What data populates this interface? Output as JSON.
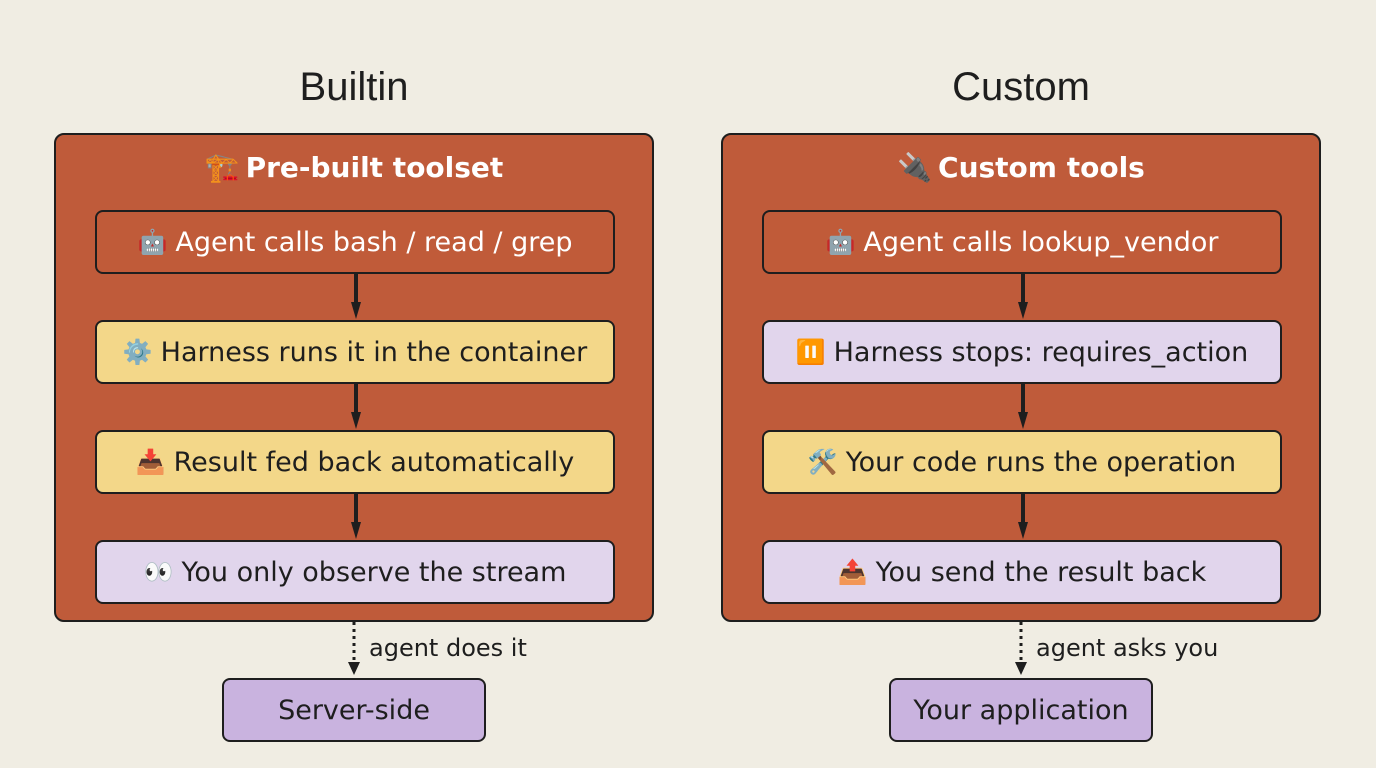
{
  "columns": [
    {
      "title": "Builtin",
      "panel": {
        "header": {
          "emoji": "🏗️",
          "label": "Pre-built toolset"
        },
        "steps": [
          {
            "emoji": "🤖",
            "label": "Agent calls bash / read / grep"
          },
          {
            "emoji": "⚙️",
            "label": "Harness runs it in the container"
          },
          {
            "emoji": "📥",
            "label": "Result fed back automatically"
          },
          {
            "emoji": "👀",
            "label": "You only observe the stream"
          }
        ]
      },
      "edge_label": "agent does it",
      "target": "Server-side"
    },
    {
      "title": "Custom",
      "panel": {
        "header": {
          "emoji": "🔌",
          "label": "Custom tools"
        },
        "steps": [
          {
            "emoji": "🤖",
            "label": "Agent calls lookup_vendor"
          },
          {
            "emoji": "⏸️",
            "label": "Harness stops: requires_action"
          },
          {
            "emoji": "🛠️",
            "label": "Your code runs the operation"
          },
          {
            "emoji": "📤",
            "label": "You send the result back"
          }
        ]
      },
      "edge_label": "agent asks you",
      "target": "Your application"
    }
  ],
  "colors": {
    "background": "#f0ede3",
    "panel": "#bf5b3a",
    "step_orange": "#c05b39",
    "step_yellow": "#f3d789",
    "step_lilac": "#e1d5ec",
    "target": "#c9b3df",
    "stroke": "#1e1e1e"
  }
}
